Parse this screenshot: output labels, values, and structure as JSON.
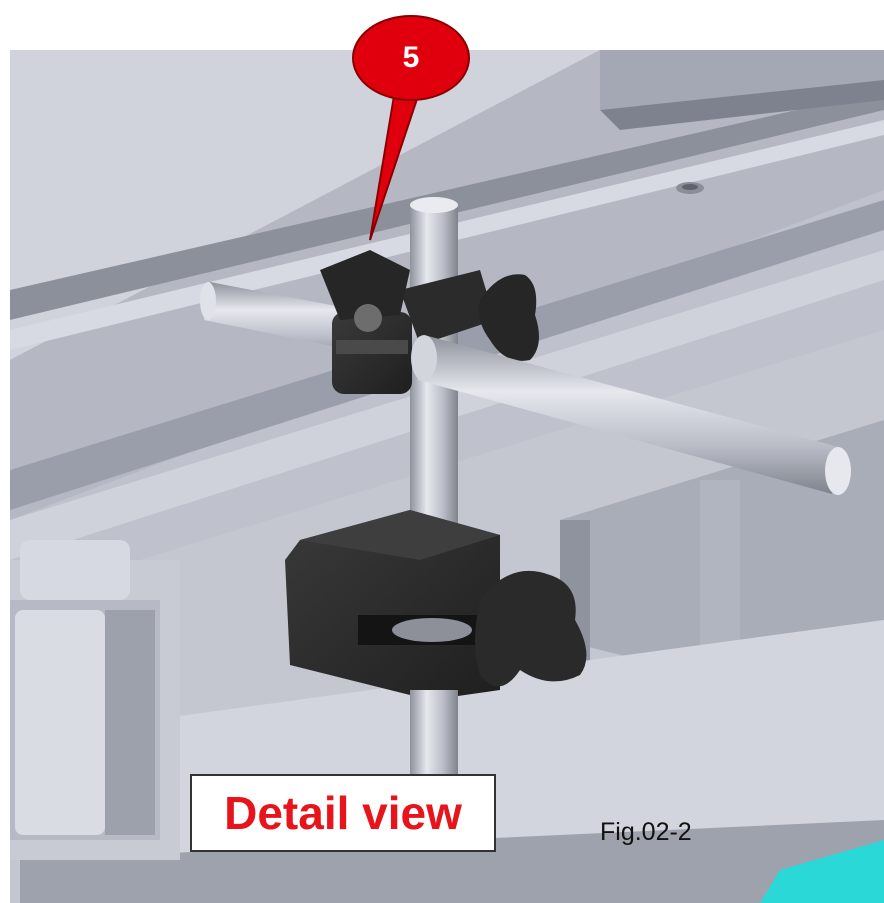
{
  "callout": {
    "number": "5",
    "color": "#e0000d"
  },
  "detail_label": {
    "text": "Detail view",
    "color": "#e8141b"
  },
  "figure_label": {
    "text": "Fig.02-2"
  },
  "colors": {
    "metal_light": "#c9ccd6",
    "metal_mid": "#aeb2bf",
    "metal_dark": "#6e7280",
    "knob": "#2a2a2a",
    "accent_bottom": "#2ad8d8"
  }
}
